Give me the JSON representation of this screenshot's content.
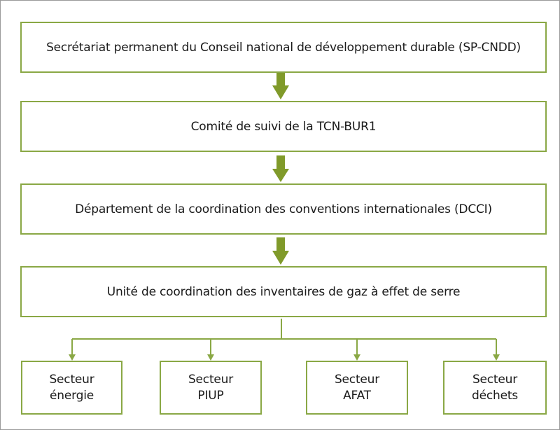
{
  "colors": {
    "accent": "#8aa845",
    "arrow": "#809a2a",
    "frame": "#9a9a9a"
  },
  "levels": [
    {
      "label": "Secrétariat permanent du Conseil national de développement durable (SP-CNDD)"
    },
    {
      "label": "Comité de suivi de la TCN-BUR1"
    },
    {
      "label": "Département de la coordination des conventions internationales (DCCI)"
    },
    {
      "label": "Unité de coordination des inventaires de gaz à effet de serre"
    }
  ],
  "sectors": [
    {
      "line1": "Secteur",
      "line2": "énergie"
    },
    {
      "line1": "Secteur",
      "line2": "PIUP"
    },
    {
      "line1": "Secteur",
      "line2": "AFAT"
    },
    {
      "line1": "Secteur",
      "line2": "déchets"
    }
  ]
}
